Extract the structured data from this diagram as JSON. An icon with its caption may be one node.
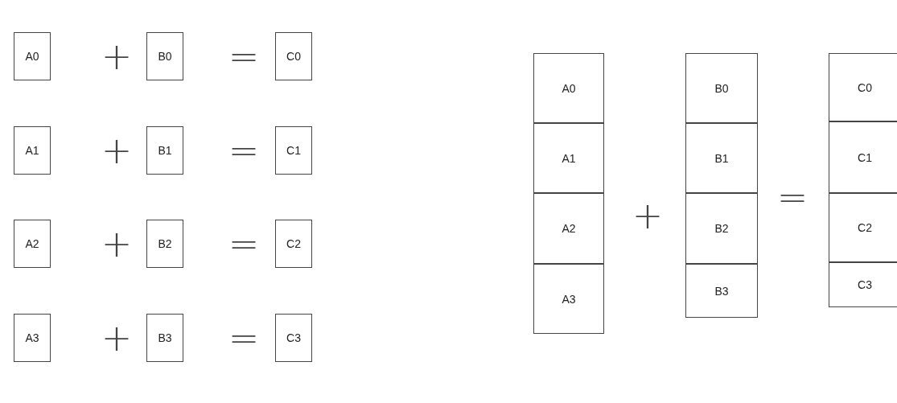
{
  "diagram": {
    "nodes": [
      {
        "text": [
          "A0"
        ]
      },
      {
        "text": [
          "B0"
        ]
      },
      {
        "text": [
          "C0"
        ]
      },
      {
        "text": [
          "A1"
        ]
      },
      {
        "text": [
          "B1"
        ]
      },
      {
        "text": [
          "C1"
        ]
      },
      {
        "text": [
          "A2"
        ]
      },
      {
        "text": [
          "B2"
        ]
      },
      {
        "text": [
          "C2"
        ]
      },
      {
        "text": [
          "A3"
        ]
      },
      {
        "text": [
          "B3"
        ]
      },
      {
        "text": [
          "C3"
        ]
      },
      {
        "text": [
          "A0"
        ]
      },
      {
        "text": [
          "A1"
        ]
      },
      {
        "text": [
          "A2"
        ]
      },
      {
        "text": [
          "A3"
        ]
      },
      {
        "text": [
          "B0"
        ]
      },
      {
        "text": [
          "B1"
        ]
      },
      {
        "text": [
          "B2"
        ]
      },
      {
        "text": [
          "B3"
        ]
      },
      {
        "text": [
          "C0"
        ]
      },
      {
        "text": [
          "C1"
        ]
      },
      {
        "text": [
          "C2"
        ]
      },
      {
        "text": [
          "C3"
        ]
      }
    ],
    "labels": [
      "+",
      "=",
      "+",
      "=",
      "+",
      "=",
      "+",
      "=",
      "+",
      "="
    ]
  }
}
